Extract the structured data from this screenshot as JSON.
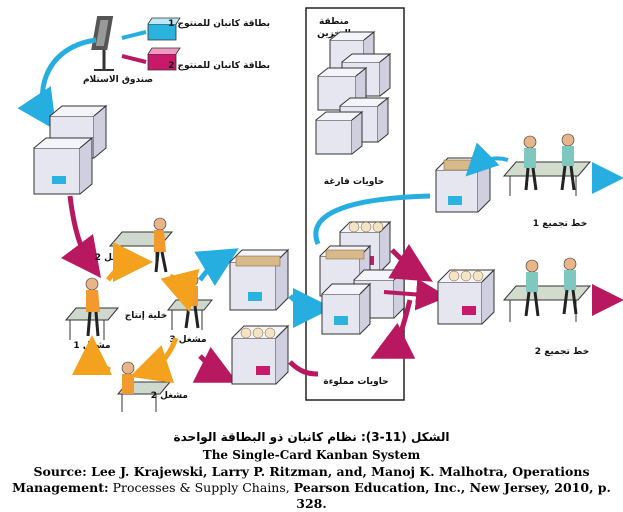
{
  "colors": {
    "blue_card": "#2bb3df",
    "pink_card": "#c8196b",
    "blue_arrow": "#27aee0",
    "pink_arrow": "#b8185f",
    "orange_arrow": "#f4a21e",
    "box_side": "#d9d9e8",
    "box_top": "#eeeef6"
  },
  "labels": {
    "card1": "بطاقة كانبان للمنتوج 1",
    "card2": "بطاقة كانبان للمنتوج 2",
    "mailbox": "صندوق الاستلام",
    "storage_area_1": "منطقة",
    "storage_area_2": "التخزين",
    "empty_containers": "حاويات فارغة",
    "full_containers": "حاويات مملوءة",
    "line1": "خط تجميع 1",
    "line2": "خط تجميع 2",
    "cell": "خلية إنتاج",
    "w1": "مشغل 1",
    "w2_top": "مشغل 2",
    "w2_bottom": "مشغل 2",
    "w3": "مشغل 3"
  },
  "caption": {
    "arabic": "الشكل (11-3): نظام كانبان ذو البطاقة الواحدة",
    "english": "The Single-Card Kanban System",
    "source_bold_1": "Source: Lee J. Krajewski, Larry P. Ritzman, and, Manoj K. Malhotra, Operations",
    "source_bold_2": "Management:",
    "source_plain": " Processes & Supply Chains, ",
    "source_bold_3": "Pearson Education, Inc., New Jersey, 2010, p. 328."
  }
}
